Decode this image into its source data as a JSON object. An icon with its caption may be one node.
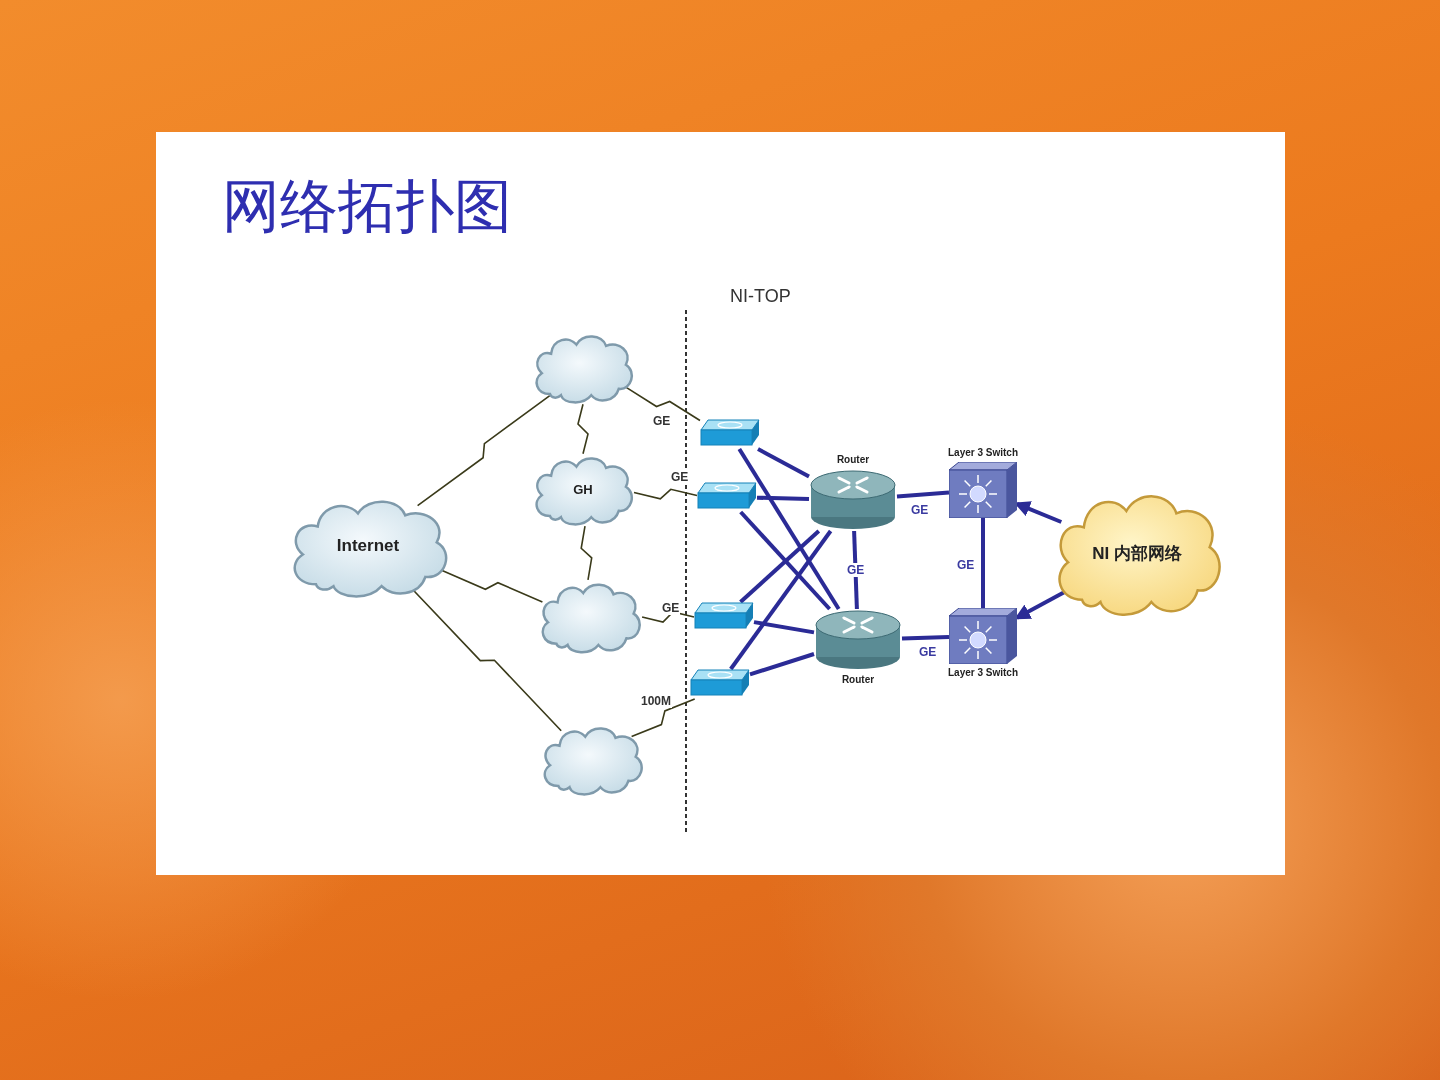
{
  "diagram": {
    "title": "网络拓扑图",
    "nodes": [
      {
        "text": [
          "Internet"
        ]
      },
      {
        "text": [],
        "shape": "cloud"
      },
      {
        "text": [
          "GH"
        ]
      },
      {
        "text": [],
        "shape": "cloud"
      },
      {
        "text": [],
        "shape": "cloud"
      },
      {
        "text": [],
        "shape": "box"
      },
      {
        "text": [],
        "shape": "box"
      },
      {
        "text": [],
        "shape": "box"
      },
      {
        "text": [],
        "shape": "box"
      },
      {
        "text": [
          "Router"
        ]
      },
      {
        "text": [
          "Router"
        ]
      },
      {
        "text": [
          "Layer 3 Switch"
        ]
      },
      {
        "text": [
          "Layer 3 Switch"
        ]
      },
      {
        "text": [
          "NI 内部网络"
        ]
      }
    ],
    "edges": [
      {
        "from": 0,
        "to": 1,
        "arrow": "none",
        "color": "#3a3a1a"
      },
      {
        "from": 0,
        "to": 3,
        "arrow": "none",
        "color": "#3a3a1a"
      },
      {
        "from": 0,
        "to": 4,
        "arrow": "none",
        "color": "#3a3a1a"
      },
      {
        "from": 1,
        "to": 2,
        "arrow": "none",
        "color": "#3a3a1a"
      },
      {
        "from": 2,
        "to": 3,
        "arrow": "none",
        "color": "#3a3a1a"
      },
      {
        "from": 1,
        "to": 5,
        "arrow": "none",
        "label": "GE",
        "color": "#3a3a1a"
      },
      {
        "from": 2,
        "to": 6,
        "arrow": "none",
        "label": "GE",
        "color": "#3a3a1a"
      },
      {
        "from": 3,
        "to": 7,
        "arrow": "none",
        "label": "GE",
        "color": "#3a3a1a"
      },
      {
        "from": 4,
        "to": 8,
        "arrow": "none",
        "label": "100M",
        "color": "#3a3a1a"
      },
      {
        "from": 5,
        "to": 9,
        "arrow": "none"
      },
      {
        "from": 5,
        "to": 10,
        "arrow": "none"
      },
      {
        "from": 6,
        "to": 9,
        "arrow": "none"
      },
      {
        "from": 6,
        "to": 10,
        "arrow": "none"
      },
      {
        "from": 7,
        "to": 9,
        "arrow": "none"
      },
      {
        "from": 7,
        "to": 10,
        "arrow": "none"
      },
      {
        "from": 8,
        "to": 9,
        "arrow": "none"
      },
      {
        "from": 8,
        "to": 10,
        "arrow": "none"
      },
      {
        "from": 9,
        "to": 10,
        "arrow": "none",
        "label": "GE"
      },
      {
        "from": 9,
        "to": 11,
        "arrow": "none",
        "label": "GE"
      },
      {
        "from": 10,
        "to": 12,
        "arrow": "none",
        "label": "GE"
      },
      {
        "from": 11,
        "to": 12,
        "arrow": "none",
        "label": "GE"
      },
      {
        "from": 13,
        "to": 11,
        "arrow": "to"
      },
      {
        "from": 13,
        "to": 12,
        "arrow": "to"
      }
    ],
    "labels": [
      "NI-TOP"
    ]
  }
}
